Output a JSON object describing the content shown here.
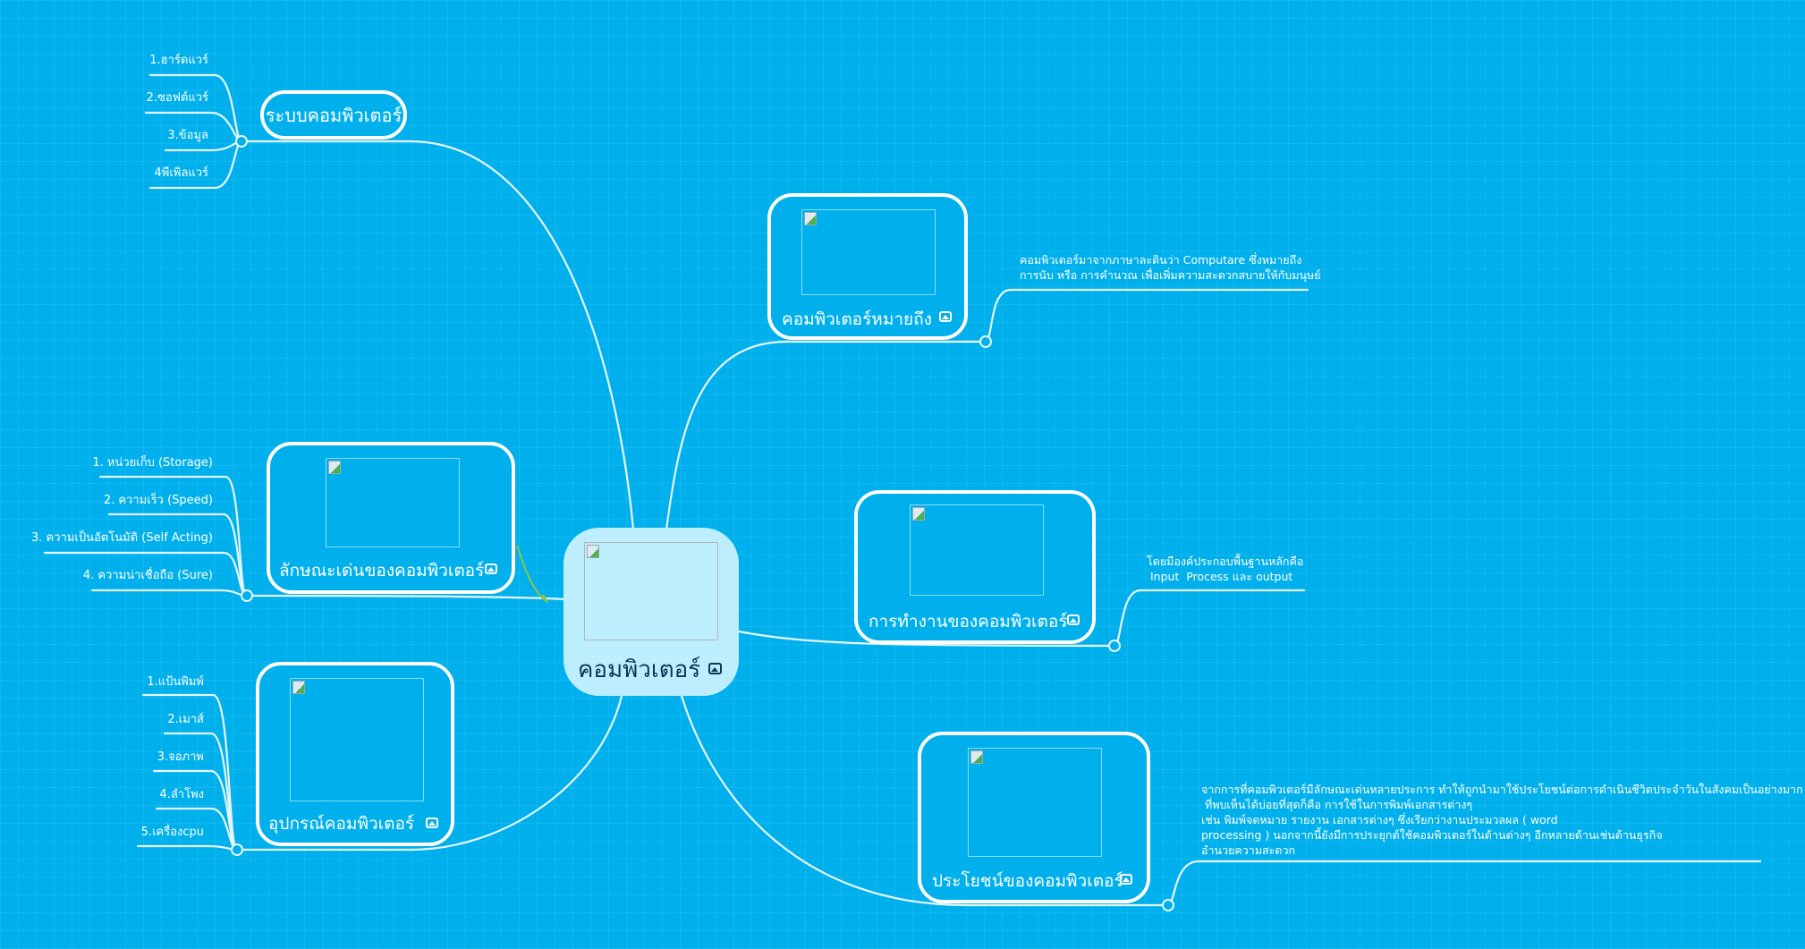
{
  "central": {
    "label": "คอมพิวเตอร์",
    "icon": "image-icon"
  },
  "topics": {
    "system": {
      "label": "ระบบคอมพิวเตอร์",
      "items": [
        "1.ฮาร์ดแวร์",
        "2.ซอฟต์แวร์",
        "3.ข้อมูล",
        "4พีเพิลแวร์"
      ]
    },
    "features": {
      "label": "ลักษณะเด่นของคอมพิวเตอร์",
      "icon": "image-icon",
      "items": [
        "1. หน่วยเก็บ (Storage)",
        "2. ความเร็ว (Speed)",
        "3. ความเป็นอัตโนมัติ (Self Acting)",
        "4. ความน่าเชื่อถือ (Sure)"
      ]
    },
    "devices": {
      "label": "อุปกรณ์คอมพิวเตอร์",
      "icon": "image-icon",
      "items": [
        "1.แป้นพิมพ์",
        "2.เมาส์",
        "3.จอภาพ",
        "4.ลำโพง",
        "5.เครื่องcpu"
      ]
    },
    "meaning": {
      "label": "คอมพิวเตอร์หมายถึง",
      "icon": "image-icon",
      "note": "คอมพิวเตอร์มาจากภาษาละตินว่า Computare ซึ่งหมายถึง\nการนับ หรือ การคำนวณ เพื่อเพิ่มความสะดวกสบายให้กับมนุษย์"
    },
    "operation": {
      "label": "การทำงานของคอมพิวเตอร์",
      "icon": "image-icon",
      "note": "โดยมีองค์ประกอบพื้นฐานหลักคือ\n Input  Process และ output"
    },
    "benefits": {
      "label": "ประโยชน์ของคอมพิวเตอร์",
      "icon": "image-icon",
      "note": "จากการที่คอมพิวเตอร์มีลักษณะเด่นหลายประการ ทำให้ถูกนำมาใช้ประโยชน์ต่อการดำเนินชีวิตประจำวันในสังคมเป็นอย่างมาก\n ที่พบเห็นได้บ่อยที่สุดก็คือ การใช้ในการพิมพ์เอกสารต่างๆ\nเช่น พิมพ์จดหมาย รายงาน เอกสารต่างๆ ซึ่งเรียกว่างานประมวลผล ( word\nprocessing ) นอกจากนี้ยังมีการประยุกต์ใช้คอมพิวเตอร์ในด้านต่างๆ อีกหลายด้านเช่นด้านธุรกิจ\nอำนวยความสะดวก"
    }
  },
  "colors": {
    "background": "#00b0ec",
    "central_fill": "#bdeefd",
    "central_text": "#0e3554",
    "line": "#e8f7fd",
    "relation_arrow": "#8bc34a"
  }
}
